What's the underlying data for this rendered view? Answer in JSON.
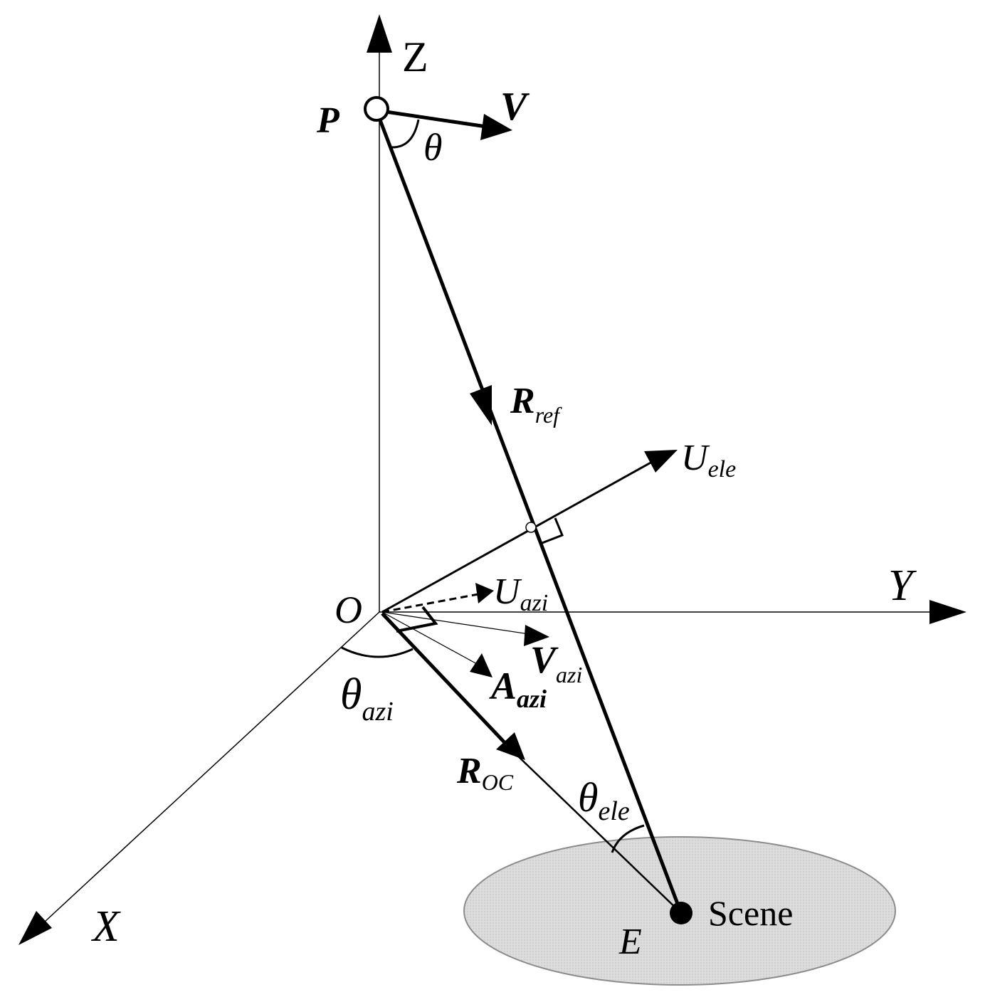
{
  "labels": {
    "z": "Z",
    "y": "Y",
    "x": "X",
    "o": "O",
    "p": "P",
    "e": "E",
    "v": "V",
    "theta": "θ",
    "r_ref_main": "R",
    "r_ref_sub": "ref",
    "u_ele_main": "U",
    "u_ele_sub": "ele",
    "u_azi_main": "U",
    "u_azi_sub": "azi",
    "v_azi_main": "V",
    "v_azi_sub": "azi",
    "a_azi_main": "A",
    "a_azi_sub": "azi",
    "theta_azi_main": "θ",
    "theta_azi_sub": "azi",
    "r_oc_main": "R",
    "r_oc_sub": "OC",
    "theta_ele_main": "θ",
    "theta_ele_sub": "ele",
    "scene": "Scene"
  },
  "colors": {
    "ink": "#000000",
    "scene_fill": "#d9d9d9",
    "background": "#ffffff"
  }
}
